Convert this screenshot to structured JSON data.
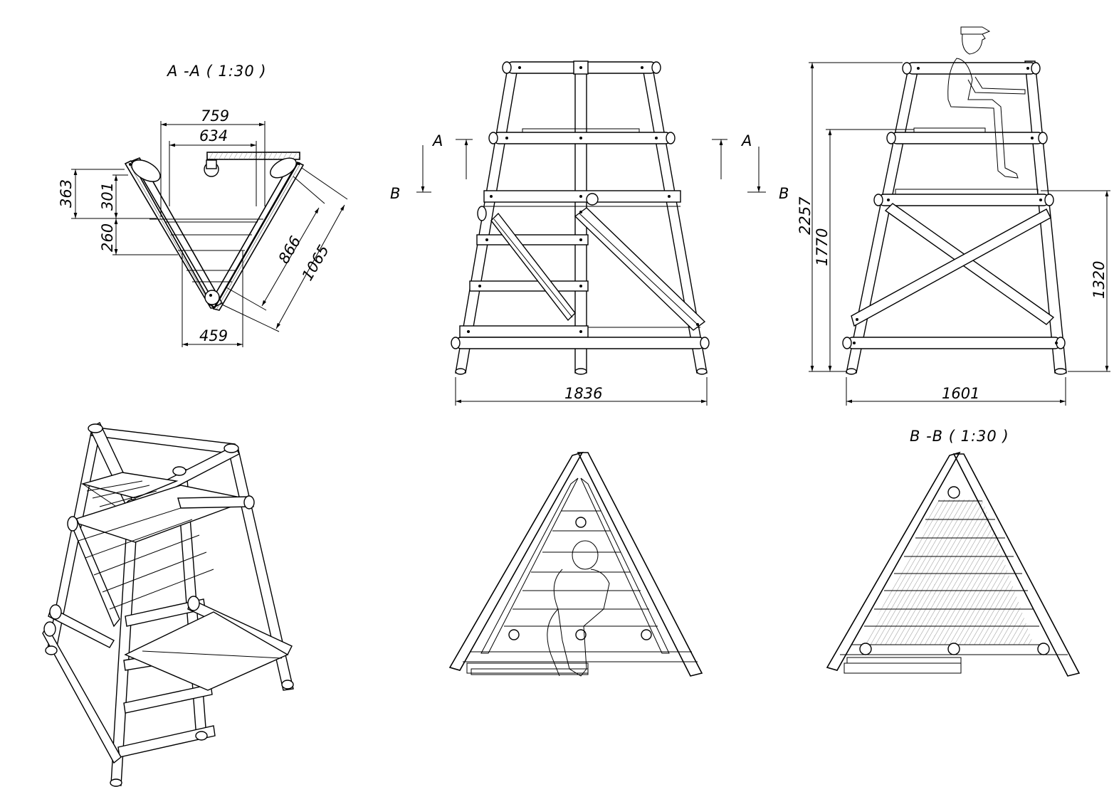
{
  "views": {
    "section_aa": {
      "title": "A -A  ( 1:30 )"
    },
    "section_bb": {
      "title": "B -B  ( 1:30 )"
    }
  },
  "section_marks": {
    "a_left": "A",
    "b_left": "B",
    "a_right": "A",
    "b_right": "B"
  },
  "dimensions": {
    "aa_759": "759",
    "aa_634": "634",
    "aa_363": "363",
    "aa_301": "301",
    "aa_260": "260",
    "aa_866": "866",
    "aa_1065": "1065",
    "aa_459": "459",
    "front_width": "1836",
    "side_width": "1601",
    "side_height_total": "2257",
    "side_height_platform": "1770",
    "side_height_lower": "1320"
  },
  "colors": {
    "line": "#000000",
    "background": "#ffffff",
    "hatch": "#555555"
  }
}
